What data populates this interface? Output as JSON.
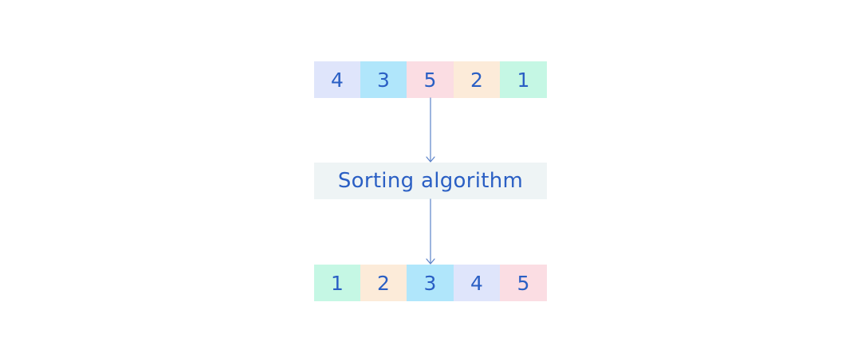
{
  "diagram": {
    "input_array": [
      {
        "value": "4",
        "color": "#dfe5fb"
      },
      {
        "value": "3",
        "color": "#b0e6fb"
      },
      {
        "value": "5",
        "color": "#fbdde3"
      },
      {
        "value": "2",
        "color": "#fcebd9"
      },
      {
        "value": "1",
        "color": "#c5f7e4"
      }
    ],
    "process_label": "Sorting algorithm",
    "output_array": [
      {
        "value": "1",
        "color": "#c5f7e4"
      },
      {
        "value": "2",
        "color": "#fcebd9"
      },
      {
        "value": "3",
        "color": "#b0e6fb"
      },
      {
        "value": "4",
        "color": "#dfe5fb"
      },
      {
        "value": "5",
        "color": "#fbdde3"
      }
    ],
    "text_color": "#2a5fc4",
    "arrow_color": "#5b82c9",
    "process_bg": "#eef4f5"
  }
}
